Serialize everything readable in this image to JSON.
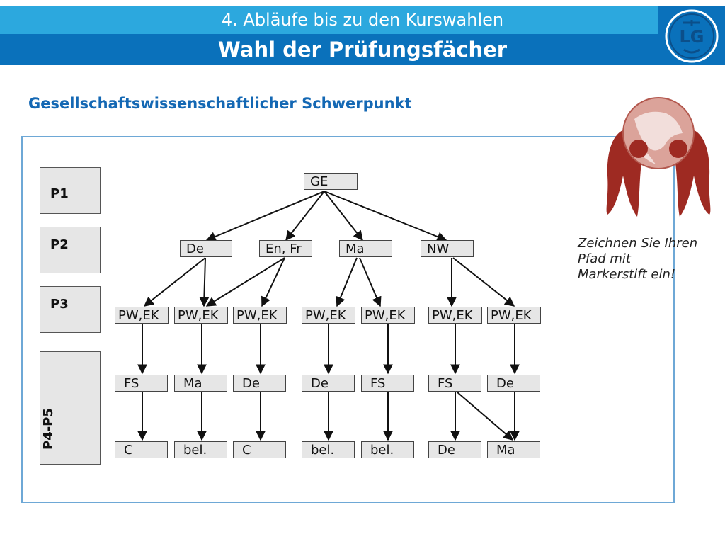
{
  "header": {
    "subtitle": "4. Abläufe bis zu den Kurswahlen",
    "title": "Wahl der Prüfungsfächer",
    "logo_text": "LG"
  },
  "heading": "Gesellschaftswissenschaftlicher Schwerpunkt",
  "levels": [
    "P1",
    "P2",
    "P3",
    "P4-P5"
  ],
  "diagram": {
    "root": "GE",
    "p2": [
      "De",
      "En, Fr",
      "Ma",
      "NW"
    ],
    "p3": [
      "PW,EK",
      "PW,EK",
      "PW,EK",
      "PW,EK",
      "PW,EK",
      "PW,EK",
      "PW,EK"
    ],
    "p4": [
      "FS",
      "Ma",
      "De",
      "De",
      "FS",
      "FS",
      "De"
    ],
    "p5": [
      "C",
      "bel.",
      "C",
      "bel.",
      "bel.",
      "De",
      "Ma"
    ]
  },
  "note": "Zeichnen Sie Ihren Pfad mit Markerstift ein!",
  "colors": {
    "header_light": "#2ca8de",
    "header_dark": "#0a71bb",
    "heading": "#1468b4",
    "frame": "#6ea8d6",
    "mascot": "#9e2a22"
  }
}
